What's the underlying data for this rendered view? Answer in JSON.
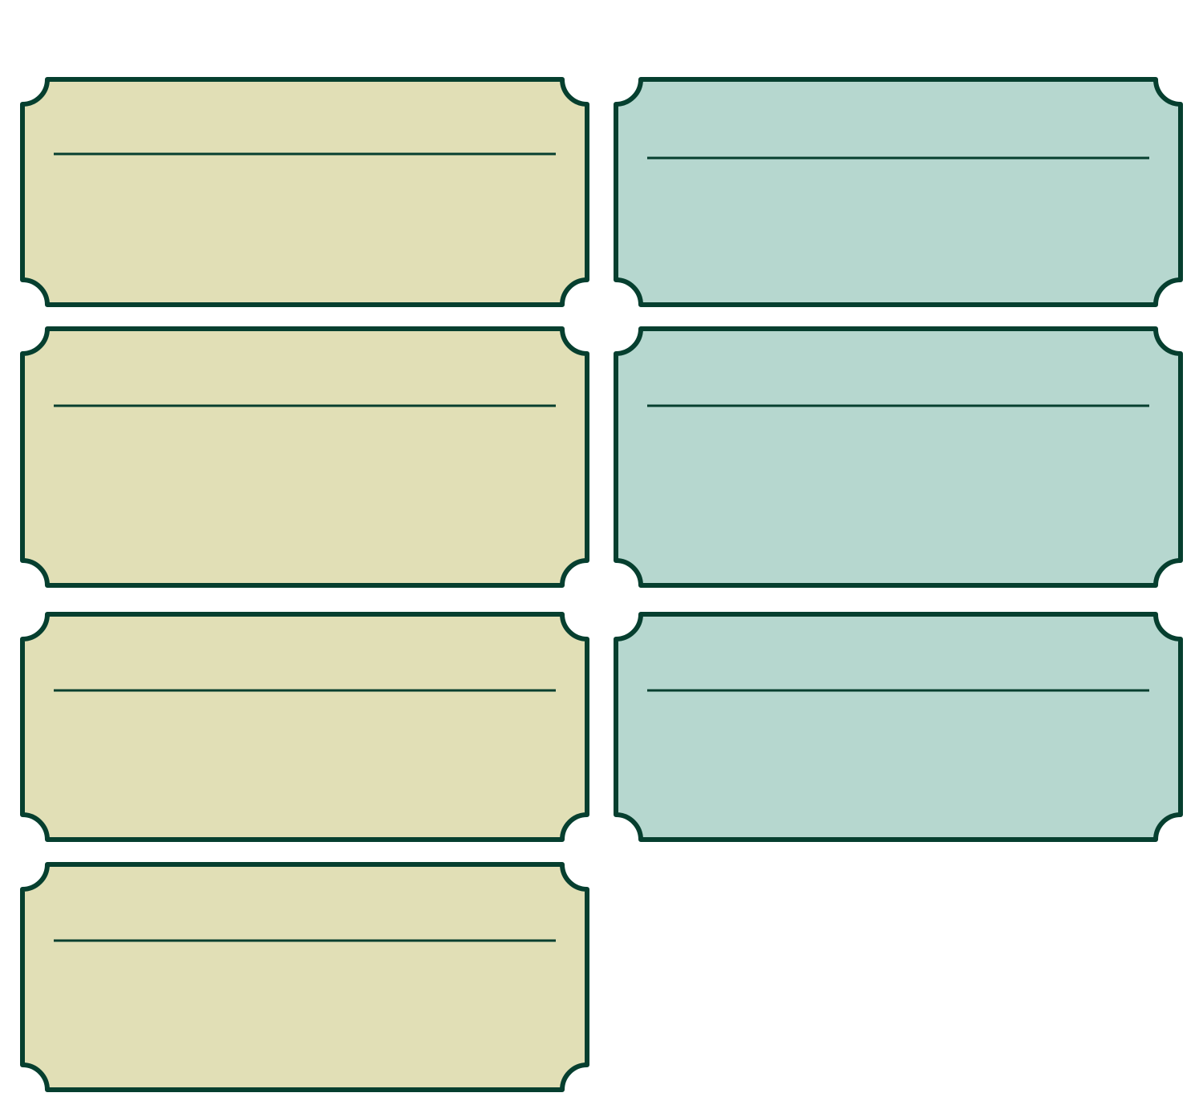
{
  "colors": {
    "stroke": "#063f2f",
    "fill_left": "#e1dfb6",
    "fill_right": "#b6d7cf",
    "background": "#ffffff"
  },
  "labels": [
    {
      "column": "left",
      "row": 1,
      "fill": "#e1dfb6",
      "text": ""
    },
    {
      "column": "left",
      "row": 2,
      "fill": "#e1dfb6",
      "text": ""
    },
    {
      "column": "left",
      "row": 3,
      "fill": "#e1dfb6",
      "text": ""
    },
    {
      "column": "left",
      "row": 4,
      "fill": "#e1dfb6",
      "text": ""
    },
    {
      "column": "right",
      "row": 1,
      "fill": "#b6d7cf",
      "text": ""
    },
    {
      "column": "right",
      "row": 2,
      "fill": "#b6d7cf",
      "text": ""
    },
    {
      "column": "right",
      "row": 3,
      "fill": "#b6d7cf",
      "text": ""
    }
  ]
}
